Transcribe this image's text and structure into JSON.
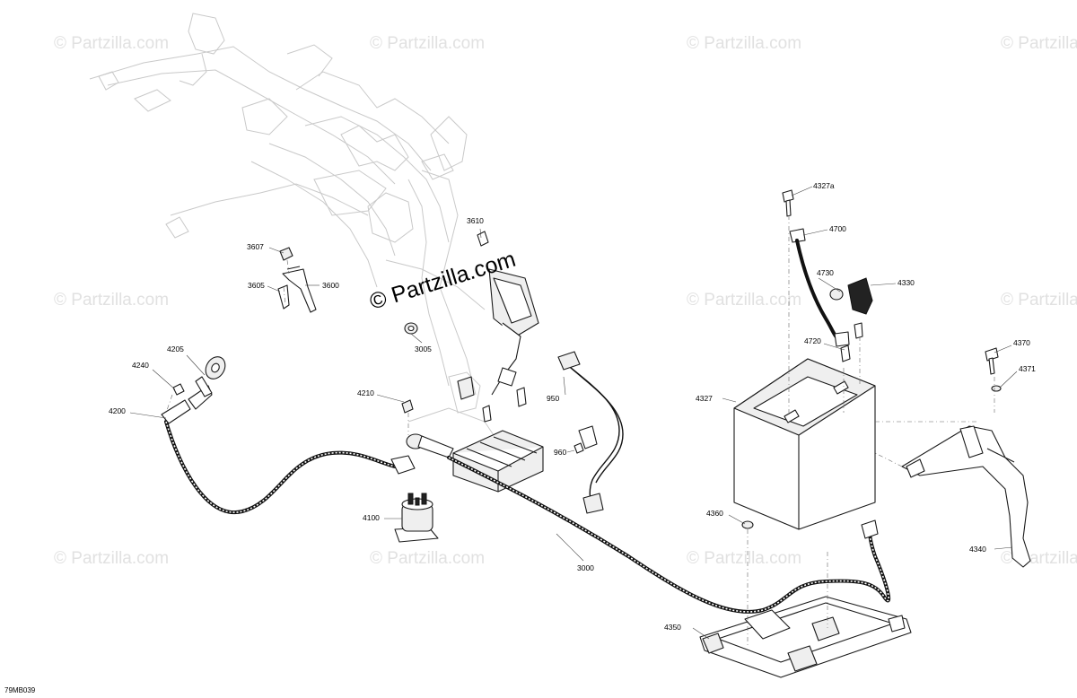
{
  "watermark": {
    "text": "© Partzilla.com",
    "main_text": "© Partzilla.com"
  },
  "diagram_code": "79MB039",
  "callouts": [
    {
      "id": "4327a",
      "label": "4327a"
    },
    {
      "id": "4700",
      "label": "4700"
    },
    {
      "id": "4730",
      "label": "4730"
    },
    {
      "id": "4330",
      "label": "4330"
    },
    {
      "id": "4720",
      "label": "4720"
    },
    {
      "id": "4327",
      "label": "4327"
    },
    {
      "id": "4370",
      "label": "4370"
    },
    {
      "id": "4371",
      "label": "4371"
    },
    {
      "id": "4340",
      "label": "4340"
    },
    {
      "id": "4360",
      "label": "4360"
    },
    {
      "id": "4350",
      "label": "4350"
    },
    {
      "id": "3610",
      "label": "3610"
    },
    {
      "id": "3607",
      "label": "3607"
    },
    {
      "id": "3605",
      "label": "3605"
    },
    {
      "id": "3600",
      "label": "3600"
    },
    {
      "id": "3005",
      "label": "3005"
    },
    {
      "id": "4205",
      "label": "4205"
    },
    {
      "id": "4240",
      "label": "4240"
    },
    {
      "id": "4200",
      "label": "4200"
    },
    {
      "id": "4210",
      "label": "4210"
    },
    {
      "id": "950",
      "label": "950"
    },
    {
      "id": "960",
      "label": "960"
    },
    {
      "id": "4100",
      "label": "4100"
    },
    {
      "id": "3000",
      "label": "3000"
    }
  ]
}
